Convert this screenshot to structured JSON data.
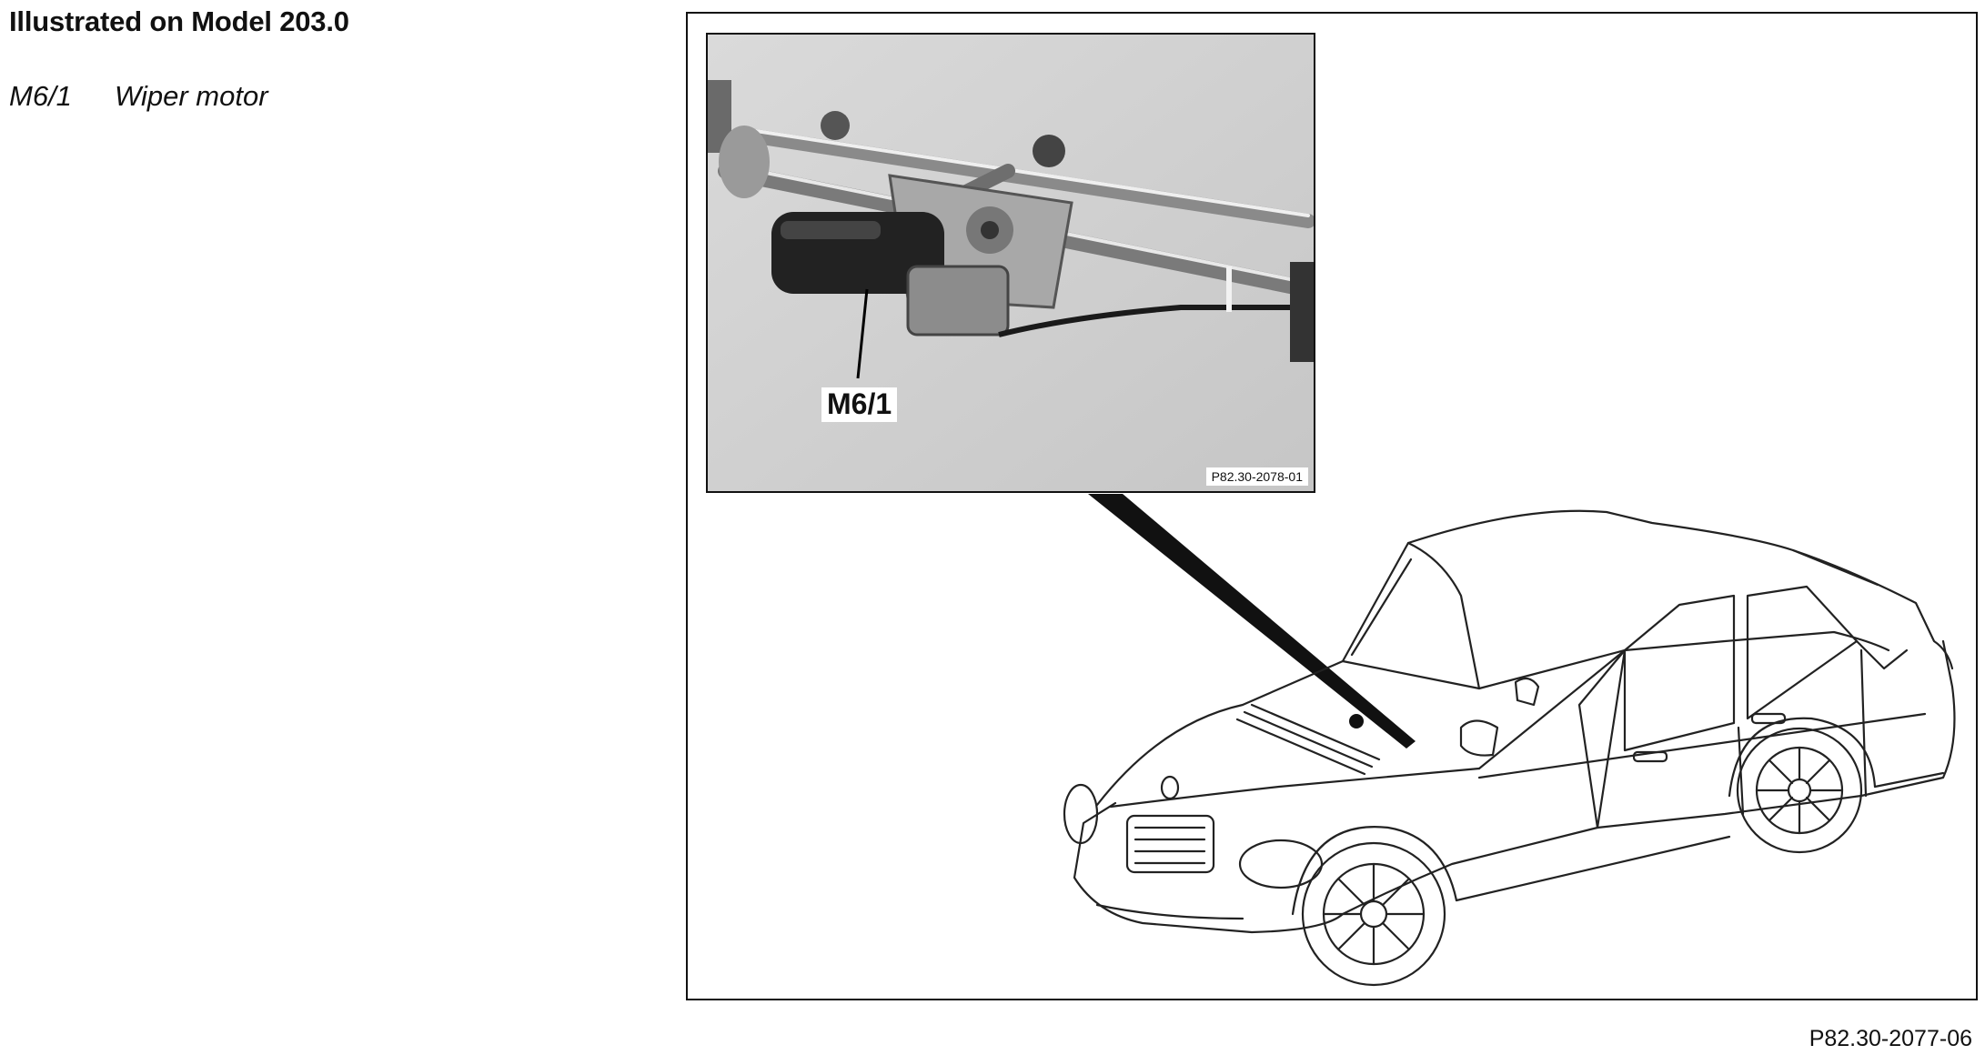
{
  "heading": "Illustrated on Model 203.0",
  "legend": [
    {
      "code": "M6/1",
      "description": "Wiper motor"
    }
  ],
  "figure": {
    "callout_label": "M6/1",
    "inset_reference": "P82.30-2078-01",
    "figure_reference": "P82.30-2077-06"
  },
  "icons": {
    "inset_photo": "wiper-linkage-photo",
    "vehicle_drawing": "sedan-line-drawing"
  }
}
